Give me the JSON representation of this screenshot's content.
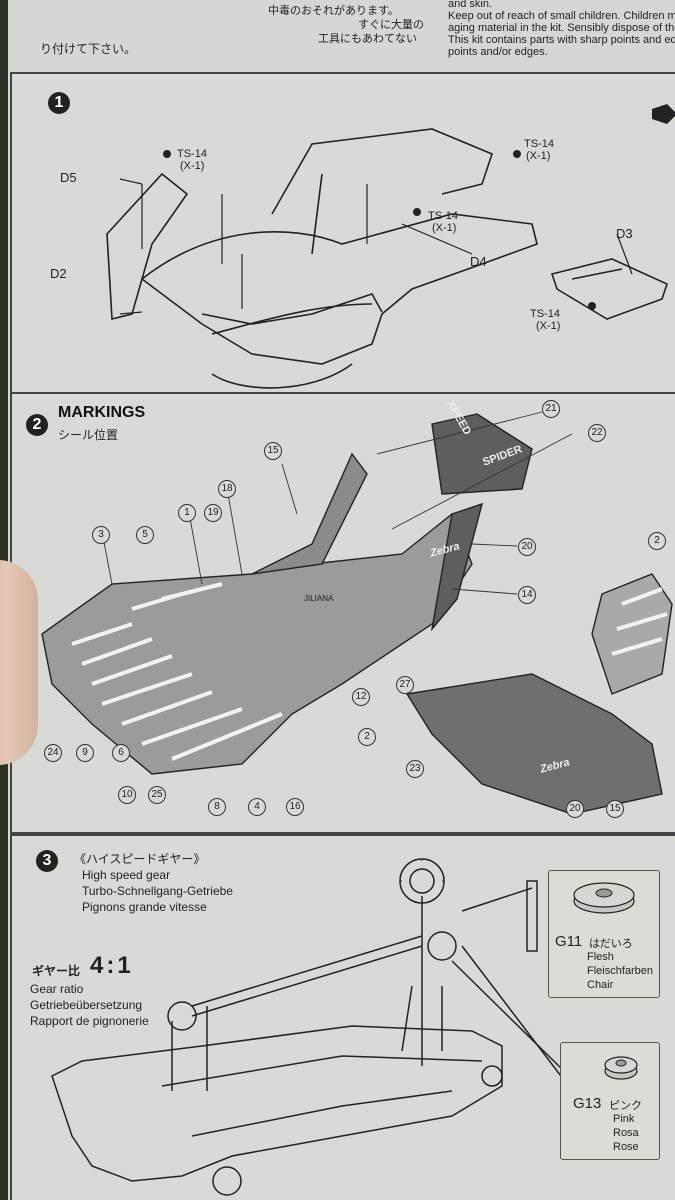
{
  "top_text": {
    "line1": "and skin.",
    "line2": "Keep out of reach of small children. Children must n",
    "line3": "aging material in the kit. Sensibly dispose of the lef",
    "line4": "This kit contains parts with sharp points and edge",
    "line5": "points and/or edges.",
    "jp_line1": "中毒のおそれがあります。",
    "jp_line2": "すぐに大量の",
    "jp_line3": "工具にもあわてない",
    "jp_line4": "り付けて下さい。"
  },
  "step1": {
    "number": "1",
    "labels": {
      "d5": "D5",
      "d2": "D2",
      "d4": "D4",
      "d3": "D3",
      "ts14_a": "TS-14",
      "ts14_a_sub": "(X-1)",
      "ts14_b": "TS-14",
      "ts14_b_sub": "(X-1)",
      "ts14_c": "TS-14",
      "ts14_c_sub": "(X-1)",
      "ts14_d": "TS-14",
      "ts14_d_sub": "(X-1)"
    }
  },
  "step2": {
    "number": "2",
    "title": "MARKINGS",
    "subtitle": "シール位置",
    "callouts": [
      "21",
      "22",
      "15",
      "18",
      "1",
      "19",
      "3",
      "5",
      "20",
      "14",
      "2",
      "27",
      "12",
      "2",
      "24",
      "9",
      "6",
      "10",
      "25",
      "8",
      "4",
      "16",
      "23",
      "20",
      "15"
    ],
    "decal_texts": {
      "xpeed": "XPEED",
      "spider": "SPIDER",
      "zebra": "Zebra",
      "zebra2": "Zebra",
      "jiliana": "JILIANA"
    }
  },
  "step3": {
    "number": "3",
    "jp_title": "《ハイスピードギヤー》",
    "en_title": "High speed gear",
    "de_title": "Turbo-Schnellgang-Getriebe",
    "fr_title": "Pignons grande vitesse",
    "ratio_jp": "ギヤー比",
    "ratio_value": "4:1",
    "ratio_en": "Gear ratio",
    "ratio_de": "Getriebeübersetzung",
    "ratio_fr": "Rapport de pignonerie",
    "g11": {
      "code": "G11",
      "jp": "はだいろ",
      "en": "Flesh",
      "de": "Fleischfarben",
      "fr": "Chair"
    },
    "g13": {
      "code": "G13",
      "jp": "ピンク",
      "en": "Pink",
      "de": "Rosa",
      "fr": "Rose"
    }
  }
}
